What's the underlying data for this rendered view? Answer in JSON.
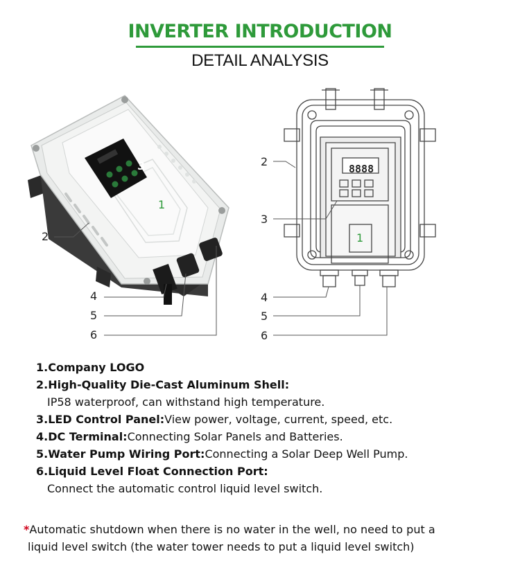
{
  "header": {
    "title": "INVERTER INTRODUCTION",
    "subtitle": "DETAIL ANALYSIS"
  },
  "figure": {
    "left_callouts": [
      "2",
      "4",
      "5",
      "6"
    ],
    "left_device_labels": [
      "1",
      "3"
    ],
    "right_callouts": [
      "2",
      "3",
      "4",
      "5",
      "6"
    ],
    "right_device_labels": [
      "1"
    ],
    "display_readout": "8888"
  },
  "features": [
    {
      "number": "1.",
      "title": "Company LOGO",
      "desc": "",
      "desc_next_line": ""
    },
    {
      "number": "2.",
      "title": "High-Quality Die-Cast Aluminum Shell:",
      "desc": "",
      "desc_next_line": "IP58 waterproof, can withstand high temperature."
    },
    {
      "number": "3.",
      "title": "LED Control Panel:",
      "desc": "View power, voltage, current, speed, etc.",
      "desc_next_line": ""
    },
    {
      "number": "4.",
      "title": "DC Terminal:",
      "desc": "Connecting Solar Panels and Batteries.",
      "desc_next_line": ""
    },
    {
      "number": "5.",
      "title": "Water Pump Wiring Port:",
      "desc": "Connecting a Solar Deep Well Pump.",
      "desc_next_line": ""
    },
    {
      "number": "6.",
      "title": "Liquid Level Float Connection Port:",
      "desc": "",
      "desc_next_line": "Connect the automatic control liquid level switch."
    }
  ],
  "footnote": {
    "marker": "*",
    "line1": "Automatic shutdown when there is no water in the well, no need to put a",
    "line2": "liquid level switch (the water tower needs to put a liquid level switch)"
  },
  "colors": {
    "accent_green": "#2e9a3a",
    "marker_red": "#d0021b"
  }
}
